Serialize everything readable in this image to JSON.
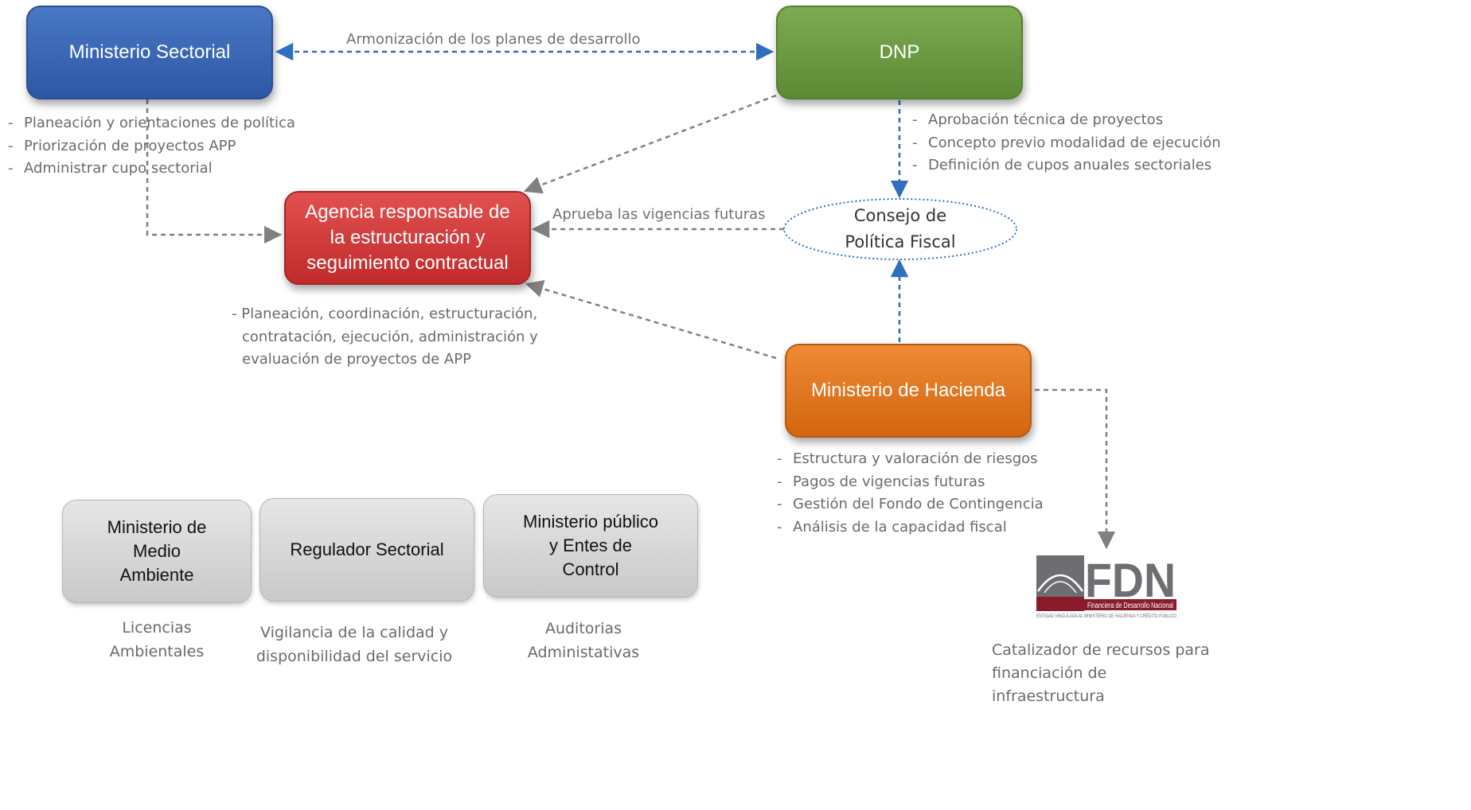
{
  "nodes": {
    "ministerio_sectorial": "Ministerio Sectorial",
    "dnp": "DNP",
    "agencia": "Agencia responsable de la estructuración y seguimiento contractual",
    "consejo": "Consejo de Política Fiscal",
    "hacienda": "Ministerio de Hacienda"
  },
  "edge_labels": {
    "armonizacion": "Armonización de los planes de desarrollo",
    "vigencias": "Aprueba las vigencias futuras"
  },
  "lists": {
    "ministerio_sectorial": [
      "Planeación y orientaciones de política",
      "Priorización de proyectos APP",
      "Administrar cupo sectorial"
    ],
    "dnp": [
      "Aprobación técnica de proyectos",
      "Concepto previo modalidad de ejecución",
      "Definición de cupos anuales sectoriales"
    ],
    "agencia": "- Planeación, coordinación, estructuración, contratación, ejecución, administración y evaluación de proyectos de APP",
    "hacienda": [
      "Estructura y valoración de riesgos",
      "Pagos de vigencias futuras",
      "Gestión del Fondo de Contingencia",
      "Análisis de la capacidad fiscal"
    ]
  },
  "gray_boxes": [
    {
      "title": "Ministerio de Medio Ambiente",
      "caption": "Licencias Ambientales"
    },
    {
      "title": "Regulador Sectorial",
      "caption": "Vigilancia de la calidad y disponibilidad del servicio"
    },
    {
      "title": "Ministerio público y Entes de Control",
      "caption": "Auditorias Administativas"
    }
  ],
  "fdn": {
    "logo_text": "FDN",
    "logo_subtitle": "Financiera de Desarrollo Nacional",
    "logo_tagline": "ENTIDAD VINCULADA AL MINISTERIO DE HACIENDA Y CRÉDITO PÚBLICO",
    "caption": "Catalizador de recursos para financiación de infraestructura"
  },
  "colors": {
    "blue": "#2c57a4",
    "green": "#5c8a35",
    "red": "#c02a2a",
    "orange": "#d4650f",
    "gray_arrow": "#808080",
    "blue_arrow": "#2e6fbf",
    "fdn_red": "#8b1a2b",
    "fdn_gray": "#6d6e71"
  }
}
